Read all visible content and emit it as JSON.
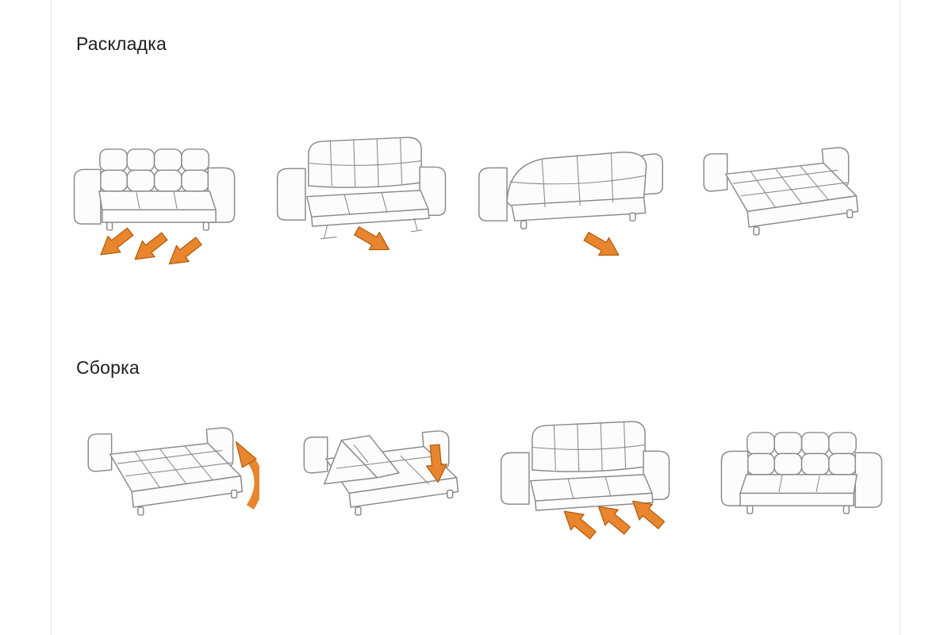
{
  "document": {
    "background": "#ffffff"
  },
  "sections": {
    "unfold": {
      "title": "Раскладка",
      "steps": [
        {
          "id": 1,
          "icon": "sofa-assembled-pull-out-arrows-icon"
        },
        {
          "id": 2,
          "icon": "sofa-base-extended-arrow-icon"
        },
        {
          "id": 3,
          "icon": "sofa-backrest-folded-flat-arrow-icon"
        },
        {
          "id": 4,
          "icon": "sofa-bed-flat-icon"
        }
      ]
    },
    "fold": {
      "title": "Сборка",
      "steps": [
        {
          "id": 1,
          "icon": "bed-lift-section-curved-arrow-icon"
        },
        {
          "id": 2,
          "icon": "bed-section-folding-down-arrow-icon"
        },
        {
          "id": 3,
          "icon": "sofa-push-base-in-arrows-icon"
        },
        {
          "id": 4,
          "icon": "sofa-assembled-icon"
        }
      ]
    }
  },
  "colors": {
    "arrow_fill": "#e8852d",
    "arrow_outline": "#b05f12",
    "line": "#8b8b8b"
  }
}
